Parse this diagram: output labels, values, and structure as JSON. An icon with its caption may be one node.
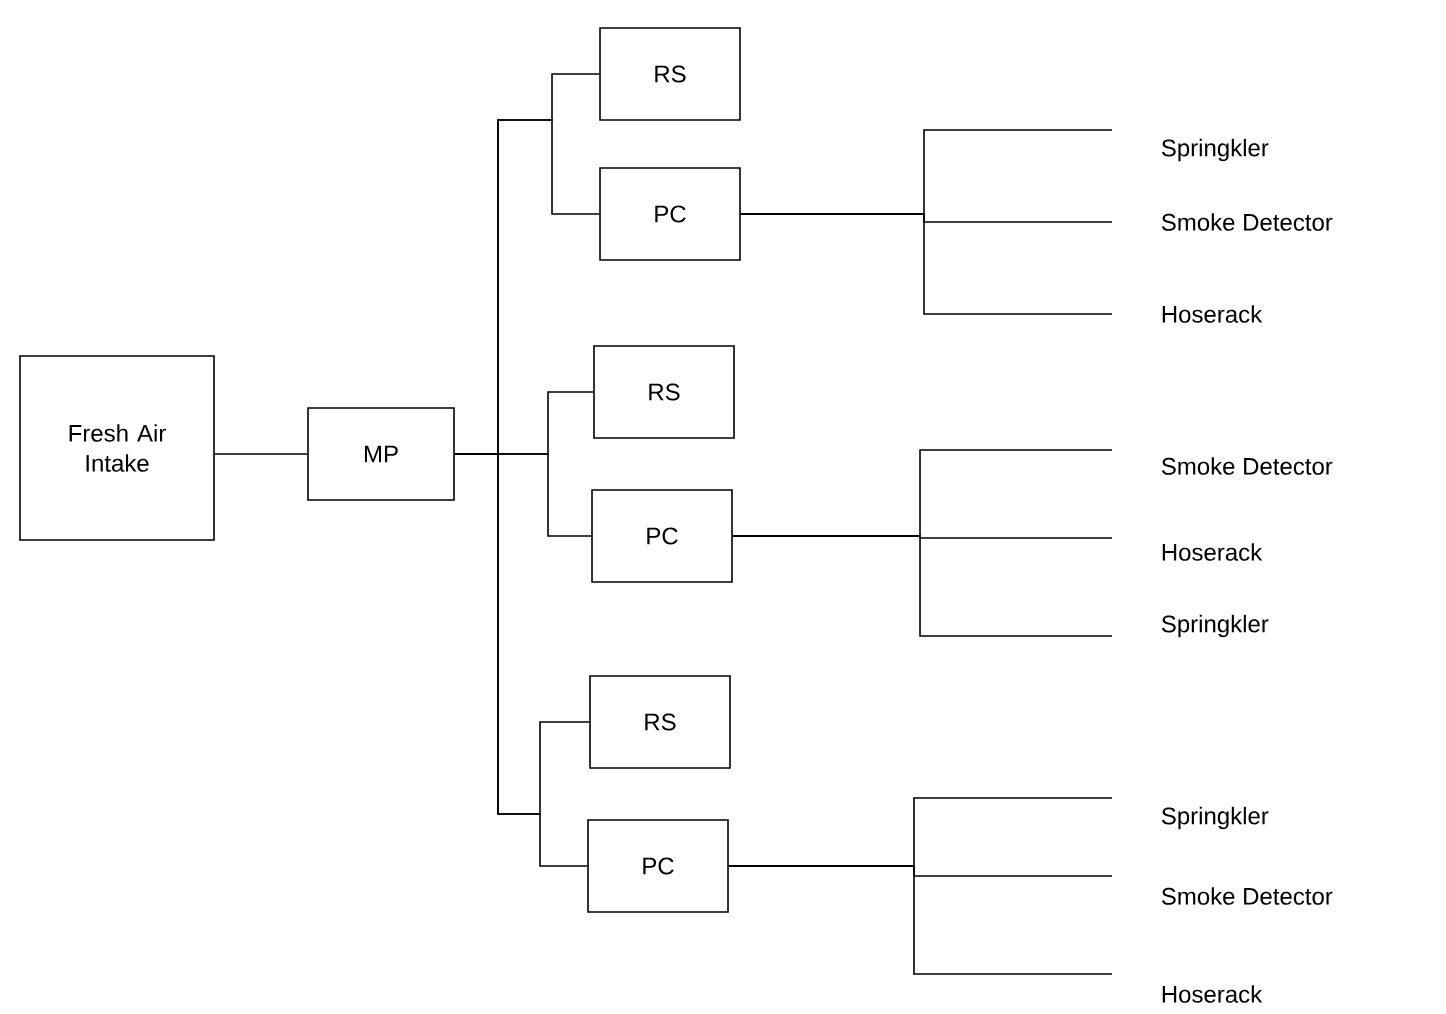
{
  "diagram": {
    "nodes": [
      {
        "text": [
          "Fresh Air Intake"
        ]
      },
      {
        "text": [
          "MP"
        ]
      },
      {
        "text": [
          "RS"
        ]
      },
      {
        "text": [
          "PC"
        ]
      },
      {
        "text": [
          "Springkler"
        ]
      },
      {
        "text": [
          "Smoke Detector"
        ]
      },
      {
        "text": [
          "Hoserack"
        ]
      },
      {
        "text": [
          "RS"
        ]
      },
      {
        "text": [
          "PC"
        ]
      },
      {
        "text": [
          "Smoke Detector"
        ]
      },
      {
        "text": [
          "Hoserack"
        ]
      },
      {
        "text": [
          "Springkler"
        ]
      },
      {
        "text": [
          "RS"
        ]
      },
      {
        "text": [
          "PC"
        ]
      },
      {
        "text": [
          "Springkler"
        ]
      },
      {
        "text": [
          "Smoke Detector"
        ]
      },
      {
        "text": [
          "Hoserack"
        ]
      }
    ],
    "edges": [
      {
        "from": 0,
        "to": 1,
        "arrow": "none"
      },
      {
        "from": 1,
        "to": 2,
        "arrow": "none"
      },
      {
        "from": 1,
        "to": 3,
        "arrow": "none"
      },
      {
        "from": 1,
        "to": 7,
        "arrow": "none"
      },
      {
        "from": 1,
        "to": 8,
        "arrow": "none"
      },
      {
        "from": 1,
        "to": 12,
        "arrow": "none"
      },
      {
        "from": 1,
        "to": 13,
        "arrow": "none"
      },
      {
        "from": 3,
        "to": 4,
        "arrow": "none"
      },
      {
        "from": 3,
        "to": 5,
        "arrow": "none"
      },
      {
        "from": 3,
        "to": 6,
        "arrow": "none"
      },
      {
        "from": 8,
        "to": 9,
        "arrow": "none"
      },
      {
        "from": 8,
        "to": 10,
        "arrow": "none"
      },
      {
        "from": 8,
        "to": 11,
        "arrow": "none"
      },
      {
        "from": 13,
        "to": 14,
        "arrow": "none"
      },
      {
        "from": 13,
        "to": 15,
        "arrow": "none"
      },
      {
        "from": 13,
        "to": 16,
        "arrow": "none"
      }
    ]
  }
}
